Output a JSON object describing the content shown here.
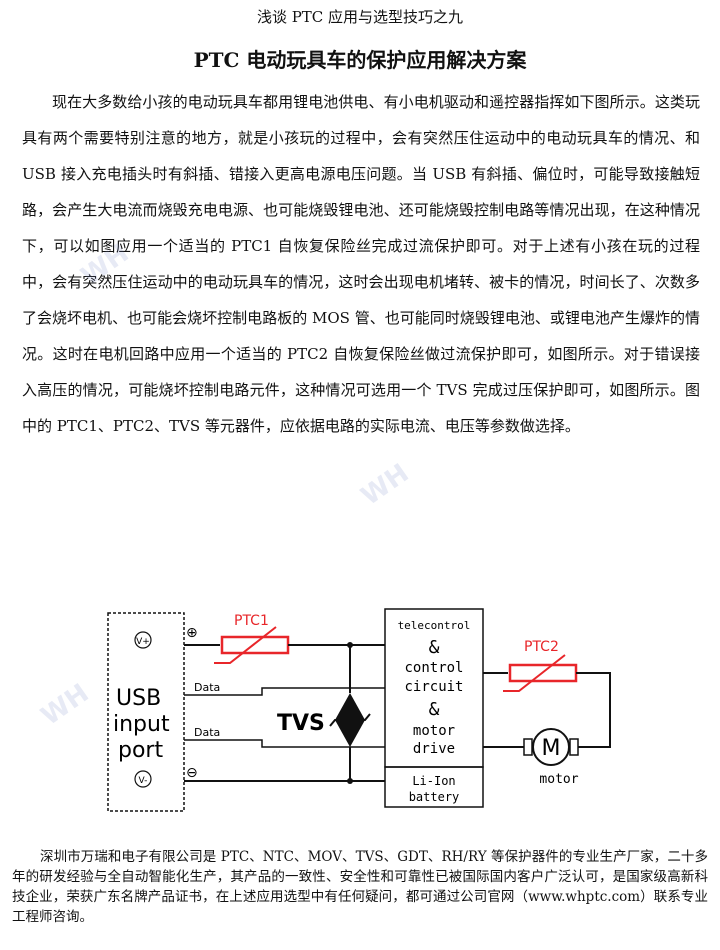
{
  "header": {
    "series_title": "浅谈 PTC 应用与选型技巧之九",
    "main_title": "PTC 电动玩具车的保护应用解决方案"
  },
  "body_text": "现在大多数给小孩的电动玩具车都用锂电池供电、有小电机驱动和遥控器指挥如下图所示。这类玩具有两个需要特别注意的地方，就是小孩玩的过程中，会有突然压住运动中的电动玩具车的情况、和 USB 接入充电插头时有斜插、错接入更高电源电压问题。当 USB 有斜插、偏位时，可能导致接触短路，会产生大电流而烧毁充电电源、也可能烧毁锂电池、还可能烧毁控制电路等情况出现，在这种情况下，可以如图应用一个适当的 PTC1 自恢复保险丝完成过流保护即可。对于上述有小孩在玩的过程中，会有突然压住运动中的电动玩具车的情况，这时会出现电机堵转、被卡的情况，时间长了、次数多了会烧坏电机、也可能会烧坏控制电路板的 MOS 管、也可能同时烧毁锂电池、或锂电池产生爆炸的情况。这时在电机回路中应用一个适当的 PTC2 自恢复保险丝做过流保护即可，如图所示。对于错误接入高压的情况，可能烧坏控制电路元件，这种情况可选用一个 TVS 完成过压保护即可，如图所示。图中的 PTC1、PTC2、TVS 等元器件，应依据电路的实际电流、电压等参数做选择。",
  "diagram": {
    "usb_label_1": "USB",
    "usb_label_2": "input",
    "usb_label_3": "port",
    "vplus": "V+",
    "vminus": "V-",
    "plus_sign": "⊕",
    "minus_sign": "⊖",
    "data1": "Data",
    "data2": "Data",
    "ptc1": "PTC1",
    "ptc2": "PTC2",
    "tvs": "TVS",
    "ctrl1": "telecontrol",
    "ctrl2": "&",
    "ctrl3": "control",
    "ctrl4": "circuit",
    "ctrl5": "&",
    "ctrl6": "motor",
    "ctrl7": "drive",
    "batt1": "Li-Ion",
    "batt2": "battery",
    "motor_symbol": "M",
    "motor_label": "motor"
  },
  "footer_text": "深圳市万瑞和电子有限公司是 PTC、NTC、MOV、TVS、GDT、RH/RY 等保护器件的专业生产厂家，二十多年的研发经验与全自动智能化生产，其产品的一致性、安全性和可靠性已被国际国内客户广泛认可，是国家级高新科技企业，荣获广东名牌产品证书，在上述应用选型中有任何疑问，都可通过公司官网（www.whptc.com）联系专业工程师咨询。",
  "colors": {
    "ptc_red": "#e8262a",
    "line": "#111111"
  }
}
